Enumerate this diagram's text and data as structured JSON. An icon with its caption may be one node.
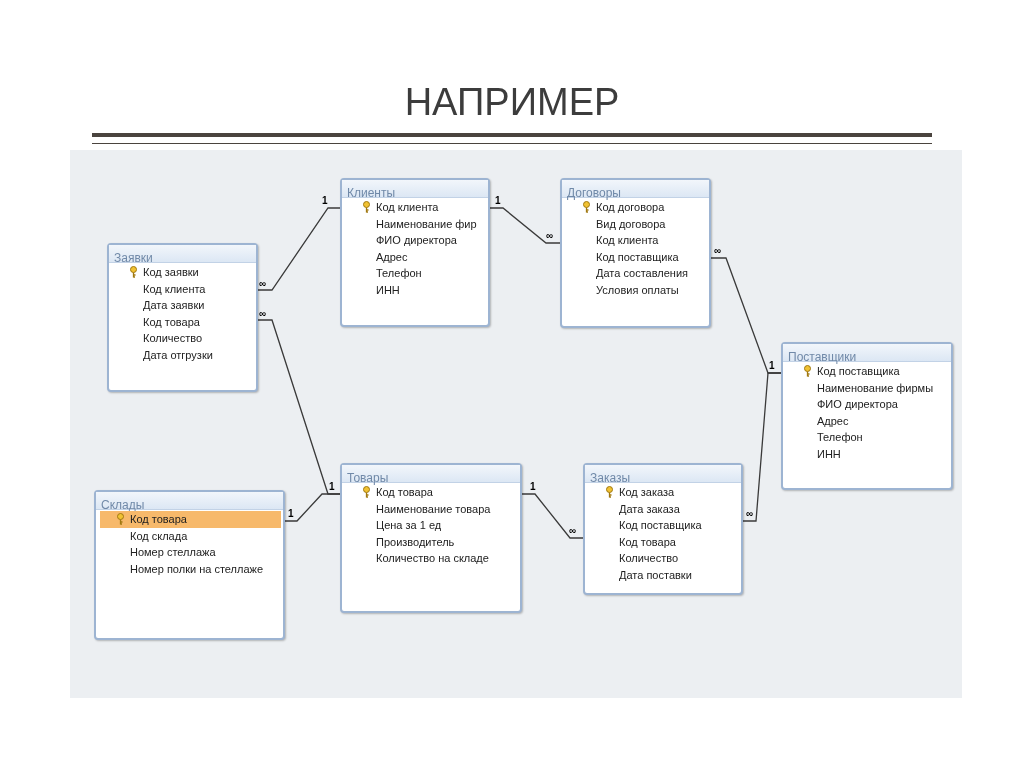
{
  "diagram": {
    "title": "НАПРИМЕР",
    "nodes": [
      {
        "text": [
          "Клиенты",
          "Код клиента",
          "Наименование фир",
          "ФИО директора",
          "Адрес",
          "Телефон",
          "ИНН"
        ]
      },
      {
        "text": [
          "Договоры",
          "Код договора",
          "Вид договора",
          "Код клиента",
          "Код поставщика",
          "Дата составления",
          "Условия оплаты"
        ]
      },
      {
        "text": [
          "Заявки",
          "Код заявки",
          "Код клиента",
          "Дата заявки",
          "Код товара",
          "Количество",
          "Дата отгрузки"
        ]
      },
      {
        "text": [
          "Поставщики",
          "Код поставщика",
          "Наименование фирмы",
          "ФИО директора",
          "Адрес",
          "Телефон",
          "ИНН"
        ]
      },
      {
        "text": [
          "Товары",
          "Код товара",
          "Наименование товара",
          "Цена за 1 ед",
          "Производитель",
          "Количество на складе"
        ]
      },
      {
        "text": [
          "Заказы",
          "Код заказа",
          "Дата заказа",
          "Код поставщика",
          "Код товара",
          "Количество",
          "Дата поставки"
        ]
      },
      {
        "text": [
          "Склады",
          "Код товара",
          "Код склада",
          "Номер стеллажа",
          "Номер полки на стеллаже"
        ]
      }
    ],
    "edges": [
      {
        "from": 0,
        "to": 2,
        "arrow": "other"
      },
      {
        "from": 0,
        "to": 1,
        "arrow": "other"
      },
      {
        "from": 3,
        "to": 1,
        "arrow": "other"
      },
      {
        "from": 3,
        "to": 5,
        "arrow": "other"
      },
      {
        "from": 4,
        "to": 2,
        "arrow": "other"
      },
      {
        "from": 4,
        "to": 5,
        "arrow": "other"
      },
      {
        "from": 6,
        "to": 4,
        "arrow": "other"
      }
    ],
    "labels": [
      "1",
      "∞",
      "∞",
      "1",
      "∞",
      "∞",
      "1",
      "1",
      "1",
      "1",
      "∞",
      "∞"
    ]
  }
}
